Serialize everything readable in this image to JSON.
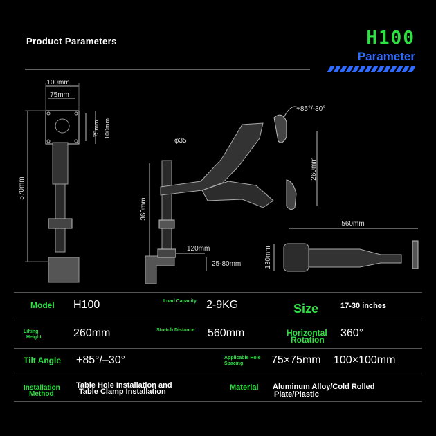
{
  "header": {
    "title": "Product Parameters",
    "model": "H100",
    "subtitle": "Parameter"
  },
  "diagram": {
    "dims": {
      "width_100": "100mm",
      "width_75": "75mm",
      "height_75": "75mm",
      "height_100": "100mm",
      "pole_height": "570mm",
      "pole_diameter": "φ35",
      "tilt": "+85°/-30°",
      "lift": "260mm",
      "clamp_height": "360mm",
      "base_width": "120mm",
      "clamp_range": "25-80mm",
      "reach": "560mm",
      "arm_height": "130mm"
    }
  },
  "specs": {
    "model_label": "Model",
    "model_value": "H100",
    "load_label": "Load Capacity",
    "load_value": "2-9KG",
    "size_label": "Size",
    "size_value": "17-30 inches",
    "lifting_label_1": "Lifting",
    "lifting_label_2": "Height",
    "lifting_value": "260mm",
    "stretch_label": "Stretch Distance",
    "stretch_value": "560mm",
    "rotation_label_1": "Horizontal",
    "rotation_label_2": "Rotation",
    "rotation_value": "360°",
    "tilt_label": "Tilt Angle",
    "tilt_value": "+85°/–30°",
    "hole_label_1": "Applicable Hole",
    "hole_label_2": "Spacing",
    "hole_value_1": "75×75mm",
    "hole_value_2": "100×100mm",
    "install_label_1": "Installation",
    "install_label_2": "Method",
    "install_value_1": "Table Hole Installation and",
    "install_value_2": "Table Clamp Installation",
    "material_label": "Material",
    "material_value_1": "Aluminum Alloy/Cold Rolled",
    "material_value_2": "Plate/Plastic"
  },
  "colors": {
    "accent_green": "#2fe043",
    "accent_blue": "#2f6bff",
    "background": "#000000"
  }
}
